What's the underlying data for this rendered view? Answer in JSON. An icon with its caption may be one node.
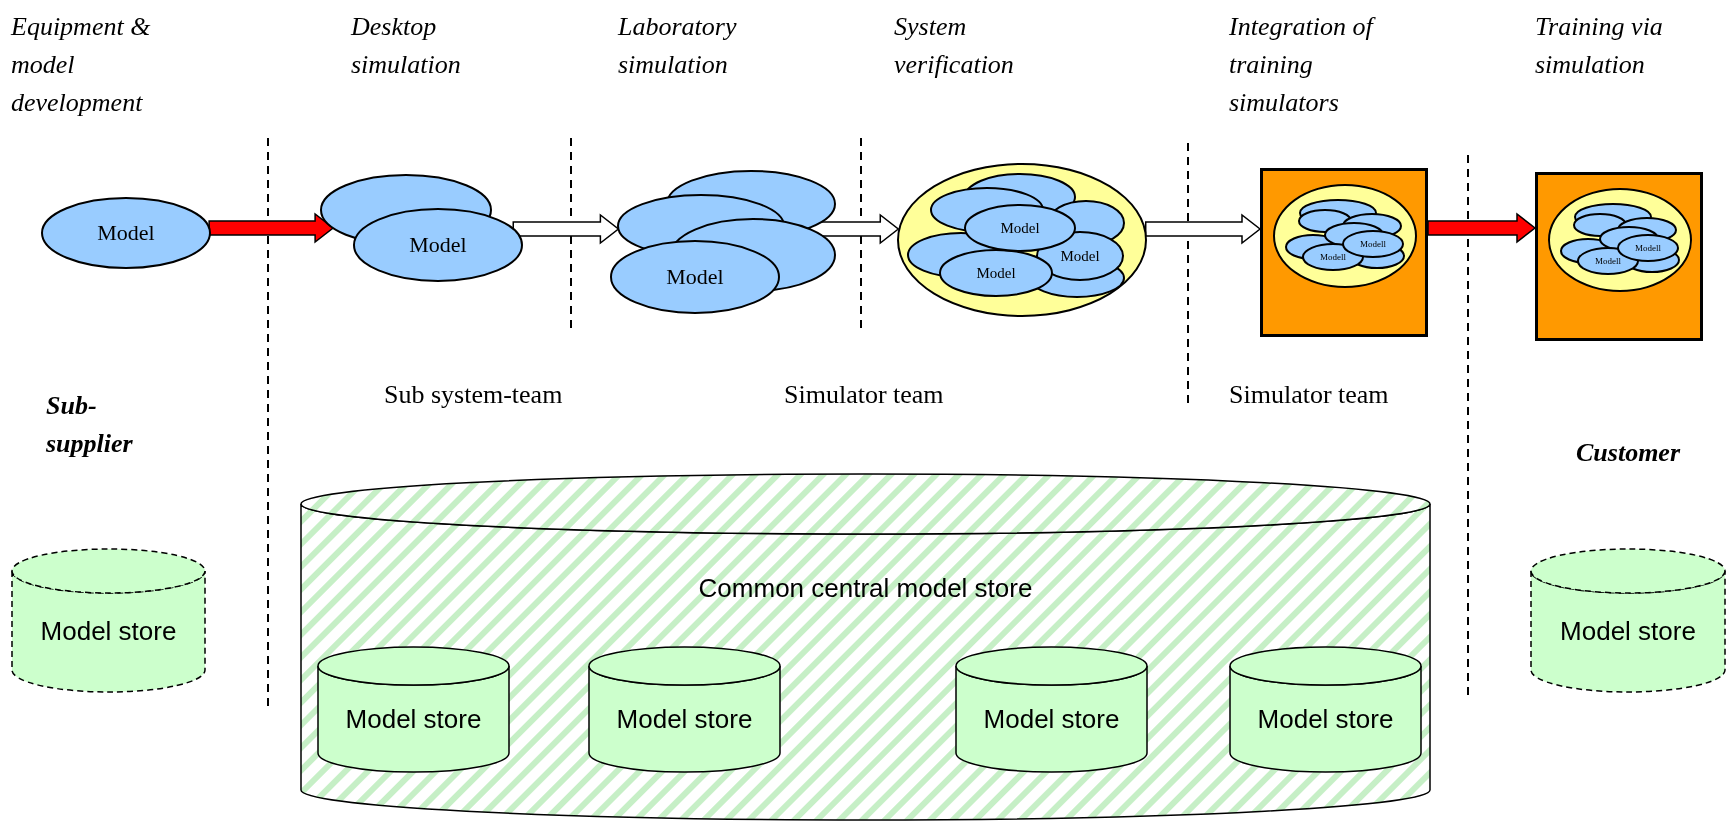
{
  "diagram": {
    "nodes": [
      {
        "text": [
          "Model"
        ]
      },
      {
        "text": [
          "Model"
        ]
      },
      {
        "text": [
          "Model"
        ]
      },
      {
        "text": [],
        "shape": "ellipse"
      },
      {
        "text": [
          "Model",
          "Model",
          "Model"
        ],
        "in": 3
      },
      {
        "text": [],
        "shape": "box"
      },
      {
        "text": [],
        "shape": "ellipse",
        "in": 5
      },
      {
        "text": [
          "Modell",
          "Modell"
        ],
        "in": 6
      },
      {
        "text": [],
        "shape": "box"
      },
      {
        "text": [],
        "shape": "ellipse",
        "in": 8
      },
      {
        "text": [
          "Modell",
          "Modell"
        ],
        "in": 9
      },
      {
        "text": [
          "Model store"
        ]
      },
      {
        "text": [
          "Common central model store"
        ]
      },
      {
        "text": [
          "Model store"
        ],
        "in": 12
      },
      {
        "text": [
          "Model store"
        ],
        "in": 12
      },
      {
        "text": [
          "Model store"
        ],
        "in": 12
      },
      {
        "text": [
          "Model store"
        ],
        "in": 12
      },
      {
        "text": [
          "Model store"
        ]
      }
    ],
    "edges": [
      {
        "from": 0,
        "to": 1,
        "arrow": "to",
        "color": "#ff0000"
      },
      {
        "from": 1,
        "to": 2,
        "arrow": "to"
      },
      {
        "from": 2,
        "to": 3,
        "arrow": "to"
      },
      {
        "from": 3,
        "to": 5,
        "arrow": "to"
      },
      {
        "from": 5,
        "to": 8,
        "arrow": "to",
        "color": "#ff0000"
      }
    ],
    "labels": [
      "Equipment & model development",
      "Desktop simulation",
      "Laboratory simulation",
      "System verification",
      "Integration of training simulators",
      "Training via simulation",
      "Sub-supplier",
      "Sub system-team",
      "Simulator team",
      "Simulator team",
      "Customer"
    ]
  }
}
